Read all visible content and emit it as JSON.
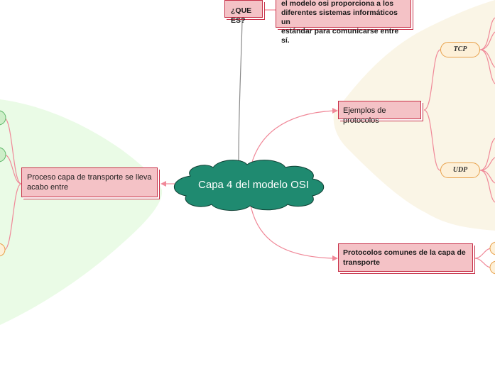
{
  "central": {
    "label": "Capa 4 del modelo OSI"
  },
  "que_es": {
    "label": "¿QUE ES?",
    "desc_line1": "el modelo osi proporciona a los",
    "desc_line2": "diferentes sistemas informáticos un",
    "desc_line3": "estándar para comunicarse entre sí."
  },
  "ejemplos": {
    "label": "Ejemplos de protocolos",
    "children": [
      {
        "label": "TCP"
      },
      {
        "label": "UDP"
      }
    ]
  },
  "protocolos_comunes": {
    "label": "Protocolos comunes de la capa de transporte"
  },
  "proceso": {
    "label": "Proceso capa de transporte se lleva acabo entre"
  },
  "colors": {
    "central_fill": "#1f8a70",
    "node_fill": "#f4c2c6",
    "node_border": "#c8324a",
    "connector": "#f08898",
    "pill_fill": "#fdf0d8",
    "pill_border": "#e8a04a",
    "region_right": "#faf5e6",
    "region_left": "#eafbe6"
  }
}
